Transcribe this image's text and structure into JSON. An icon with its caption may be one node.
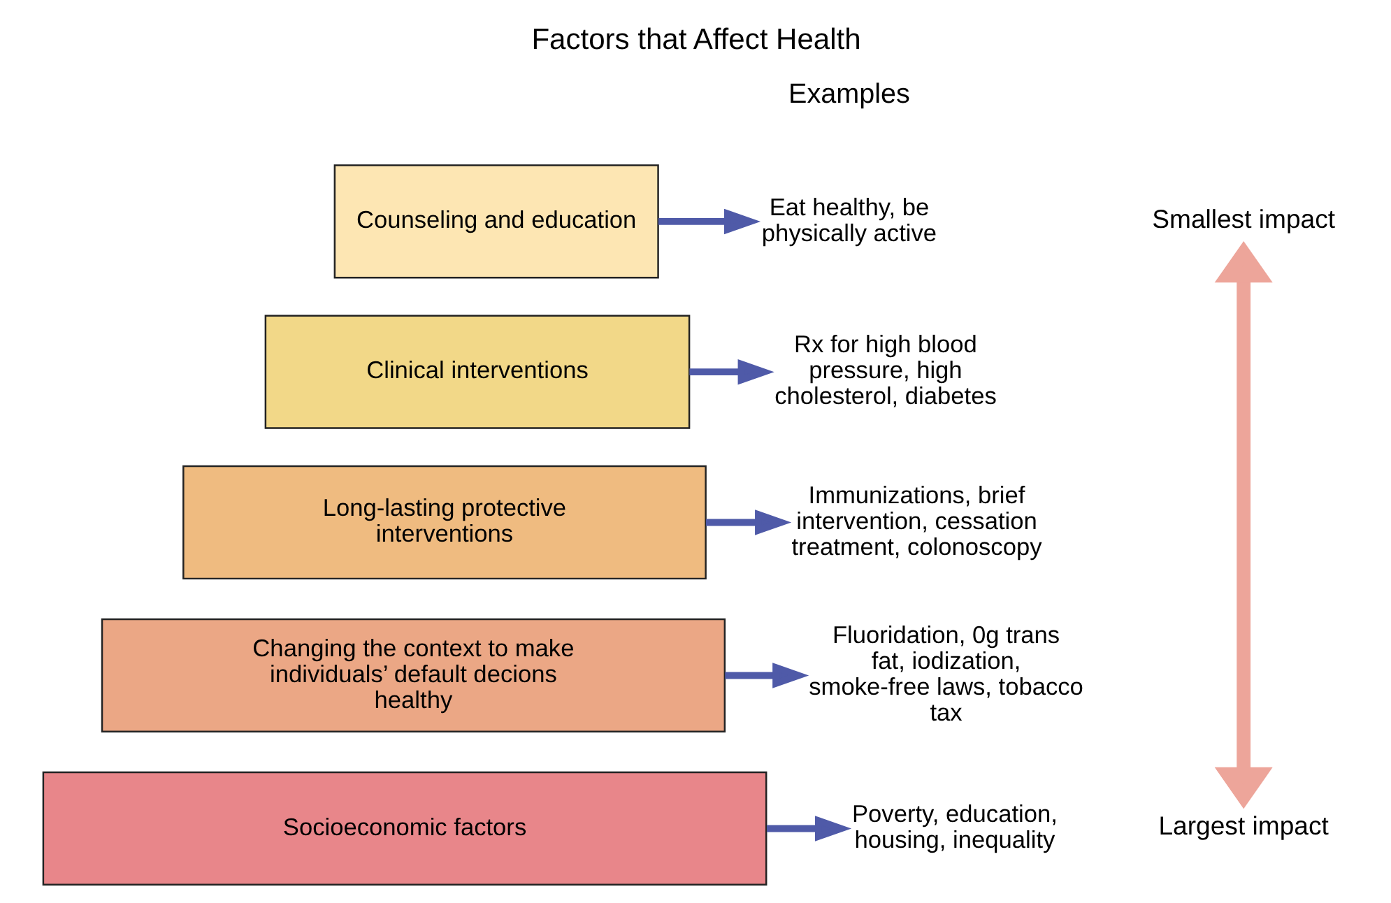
{
  "diagram": {
    "title": "Factors that Affect Health",
    "nodes": [
      {
        "text": [
          "Smallest impact"
        ]
      },
      {
        "text": [
          "Largest impact"
        ]
      },
      {
        "text": [
          "Counseling and education"
        ]
      },
      {
        "text": [
          "Clinical interventions"
        ]
      },
      {
        "text": [
          "Long-lasting protective interventions"
        ]
      },
      {
        "text": [
          "Changing the context to make individuals’ default decions healthy"
        ]
      },
      {
        "text": [
          "Socioeconomic factors"
        ]
      },
      {
        "text": [
          "Eat healthy, be physically active"
        ]
      },
      {
        "text": [
          "Rx for high blood pressure, high cholesterol, diabetes"
        ]
      },
      {
        "text": [
          "Immunizations, brief intervention, cessation treatment, colonoscopy"
        ]
      },
      {
        "text": [
          "Fluoridation, 0g trans fat, iodization, smoke-free laws, tobacco tax"
        ]
      },
      {
        "text": [
          "Poverty, education, housing, inequality"
        ]
      }
    ],
    "edges": [
      {
        "from": 0,
        "to": 1,
        "arrow": "both",
        "style": "thick",
        "color": "#eda59a"
      },
      {
        "from": 2,
        "to": 7,
        "arrow": "to"
      },
      {
        "from": 3,
        "to": 8,
        "arrow": "to"
      },
      {
        "from": 4,
        "to": 9,
        "arrow": "to"
      },
      {
        "from": 5,
        "to": 10,
        "arrow": "to"
      },
      {
        "from": 6,
        "to": 11,
        "arrow": "to"
      }
    ],
    "labels": [
      "Examples"
    ]
  }
}
